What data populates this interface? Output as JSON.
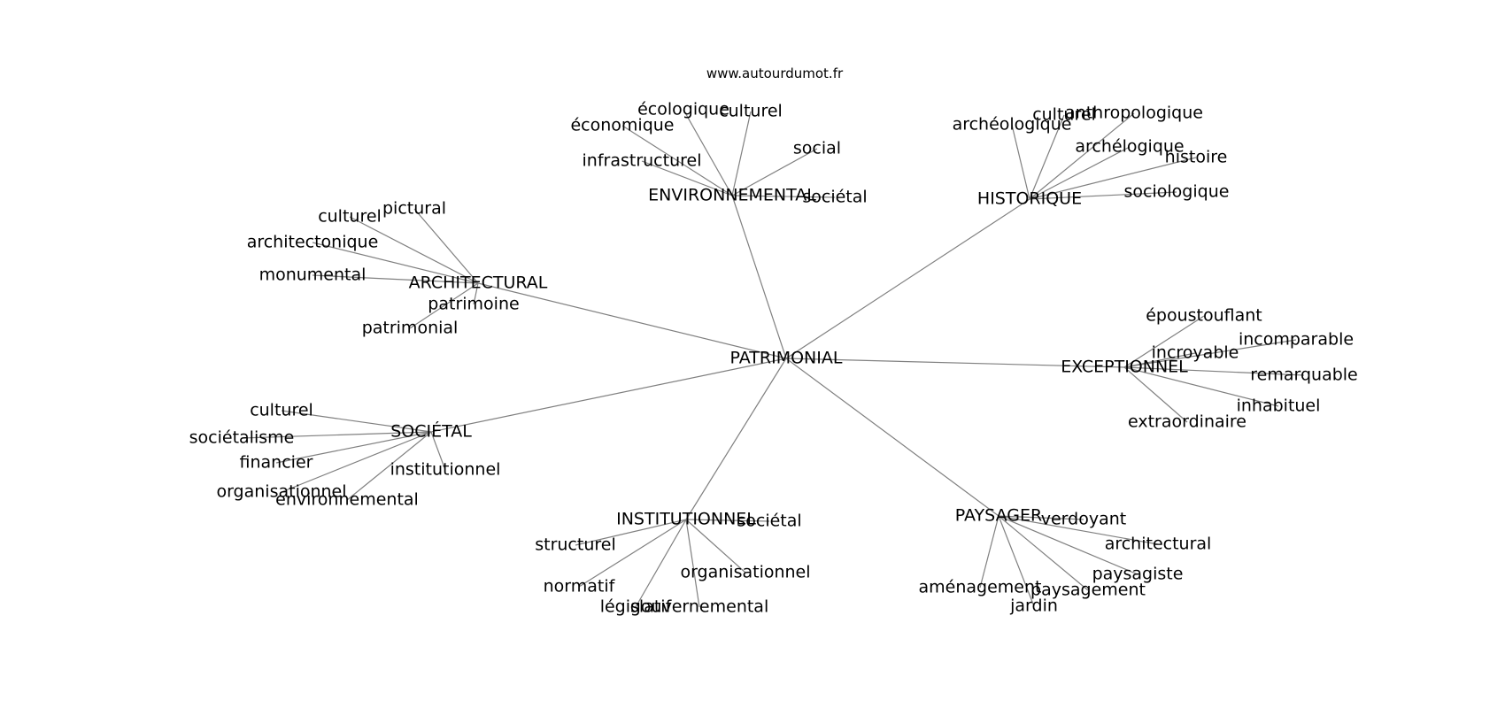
{
  "website": "www.autourdumot.fr",
  "colors": {
    "edge": "#808080",
    "text": "#000000",
    "background": "#ffffff"
  },
  "graph": {
    "center": "PATRIMONIAL",
    "hubs": [
      {
        "id": "architectural",
        "label": "ARCHITECTURAL",
        "leaves": [
          "pictural",
          "culturel",
          "architectonique",
          "monumental",
          "patrimoine",
          "patrimonial"
        ]
      },
      {
        "id": "environnemental",
        "label": "ENVIRONNEMENTAL",
        "leaves": [
          "écologique",
          "culturel",
          "économique",
          "social",
          "infrastructurel",
          "sociétal"
        ]
      },
      {
        "id": "historique",
        "label": "HISTORIQUE",
        "leaves": [
          "culturel",
          "anthropologique",
          "archéologique",
          "archélogique",
          "histoire",
          "sociologique"
        ]
      },
      {
        "id": "exceptionnel",
        "label": "EXCEPTIONNEL",
        "leaves": [
          "époustouflant",
          "incomparable",
          "incroyable",
          "remarquable",
          "inhabituel",
          "extraordinaire"
        ]
      },
      {
        "id": "societal",
        "label": "SOCIÉTAL",
        "leaves": [
          "culturel",
          "sociétalisme",
          "financier",
          "institutionnel",
          "organisationnel",
          "environnemental"
        ]
      },
      {
        "id": "institutionnel",
        "label": "INSTITUTIONNEL",
        "leaves": [
          "sociétal",
          "structurel",
          "organisationnel",
          "normatif",
          "législatif",
          "gouvernemental"
        ]
      },
      {
        "id": "paysager",
        "label": "PAYSAGER",
        "leaves": [
          "verdoyant",
          "architectural",
          "paysagiste",
          "paysagement",
          "aménagement",
          "jardin"
        ]
      }
    ]
  }
}
